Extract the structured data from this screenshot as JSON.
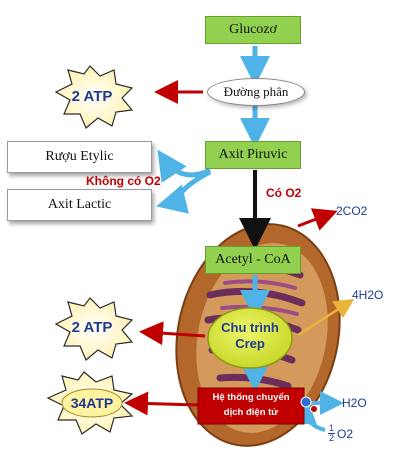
{
  "nodes": {
    "glucozo": "Glucozơ",
    "duong_phan": "Đường phân",
    "axit_piruvic": "Axit Piruvic",
    "ruou_etylic": "Rượu Etylic",
    "axit_lactic": "Axit Lactic",
    "acetyl_coa": "Acetyl - CoA",
    "chu_trinh_crep_line1": "Chu trình",
    "chu_trinh_crep_line2": "Crep",
    "he_thong_line1": "Hệ thống chuyển",
    "he_thong_line2": "dịch điện tử"
  },
  "labels": {
    "khong_co_o2": "Không có O2",
    "co_o2": "Có O2",
    "co2": "2CO2",
    "h2o_4": "4H2O",
    "h2o": "H2O",
    "half_o2_num": "1",
    "half_o2_den": "2",
    "half_o2_rest": "O2"
  },
  "atp": {
    "glycolysis": "2 ATP",
    "krebs": "2 ATP",
    "electron_transport": "34ATP"
  },
  "colors": {
    "green_box": "#92d050",
    "arrow_blue": "#4fb3e8",
    "arrow_red": "#c00000",
    "starburst_fill": "#fff9c4",
    "atp_text": "#1f3a93",
    "crep_fill": "#d6e63a",
    "mito_brown": "#b3672a"
  }
}
